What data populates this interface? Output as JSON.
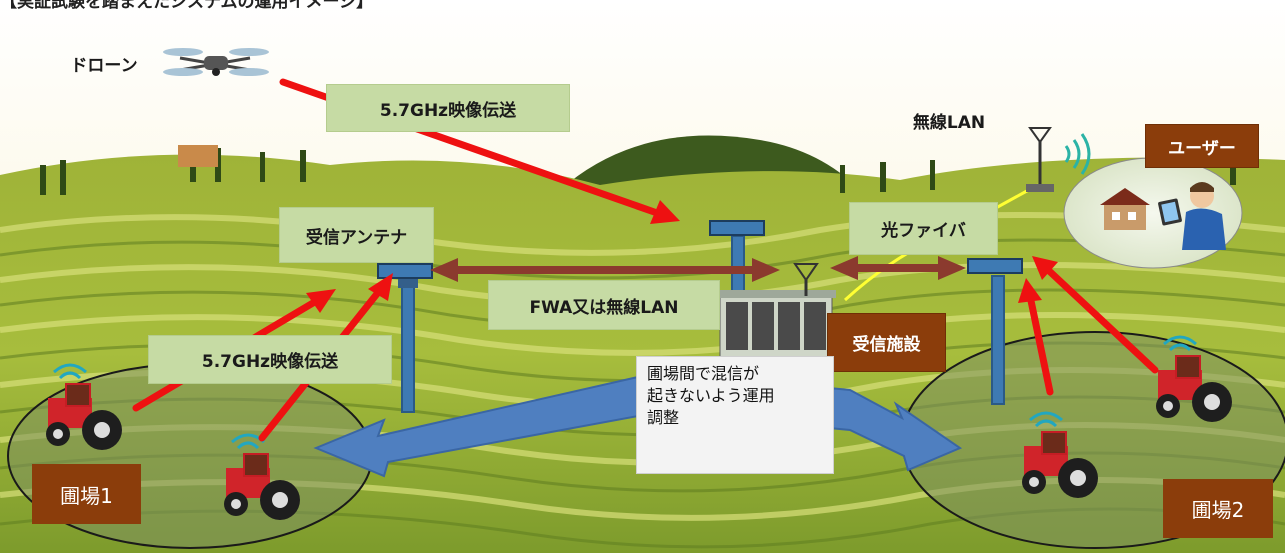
{
  "title": "【実証試験を踏まえたシステムの運用イメージ】",
  "labels": {
    "drone": "ドローン",
    "video_top": "5.7GHz映像伝送",
    "wireless_lan": "無線LAN",
    "user": "ユーザー",
    "receive_antenna": "受信アンテナ",
    "optical_fiber": "光ファイバ",
    "fwa": "FWA又は無線LAN",
    "receive_facility": "受信施設",
    "video_left": "5.7GHz映像伝送",
    "field1": "圃場1",
    "field2": "圃場2"
  },
  "note": "圃場間で混信が\n起きないよう運用\n調整",
  "colors": {
    "label_green": "#c6dba4",
    "label_brown": "#8b3d0b",
    "signal_red": "#ee1111",
    "link_brown": "#8b3a2e",
    "fiber_yellow": "#ffff33",
    "arrow_blue": "#4f7fc0"
  }
}
